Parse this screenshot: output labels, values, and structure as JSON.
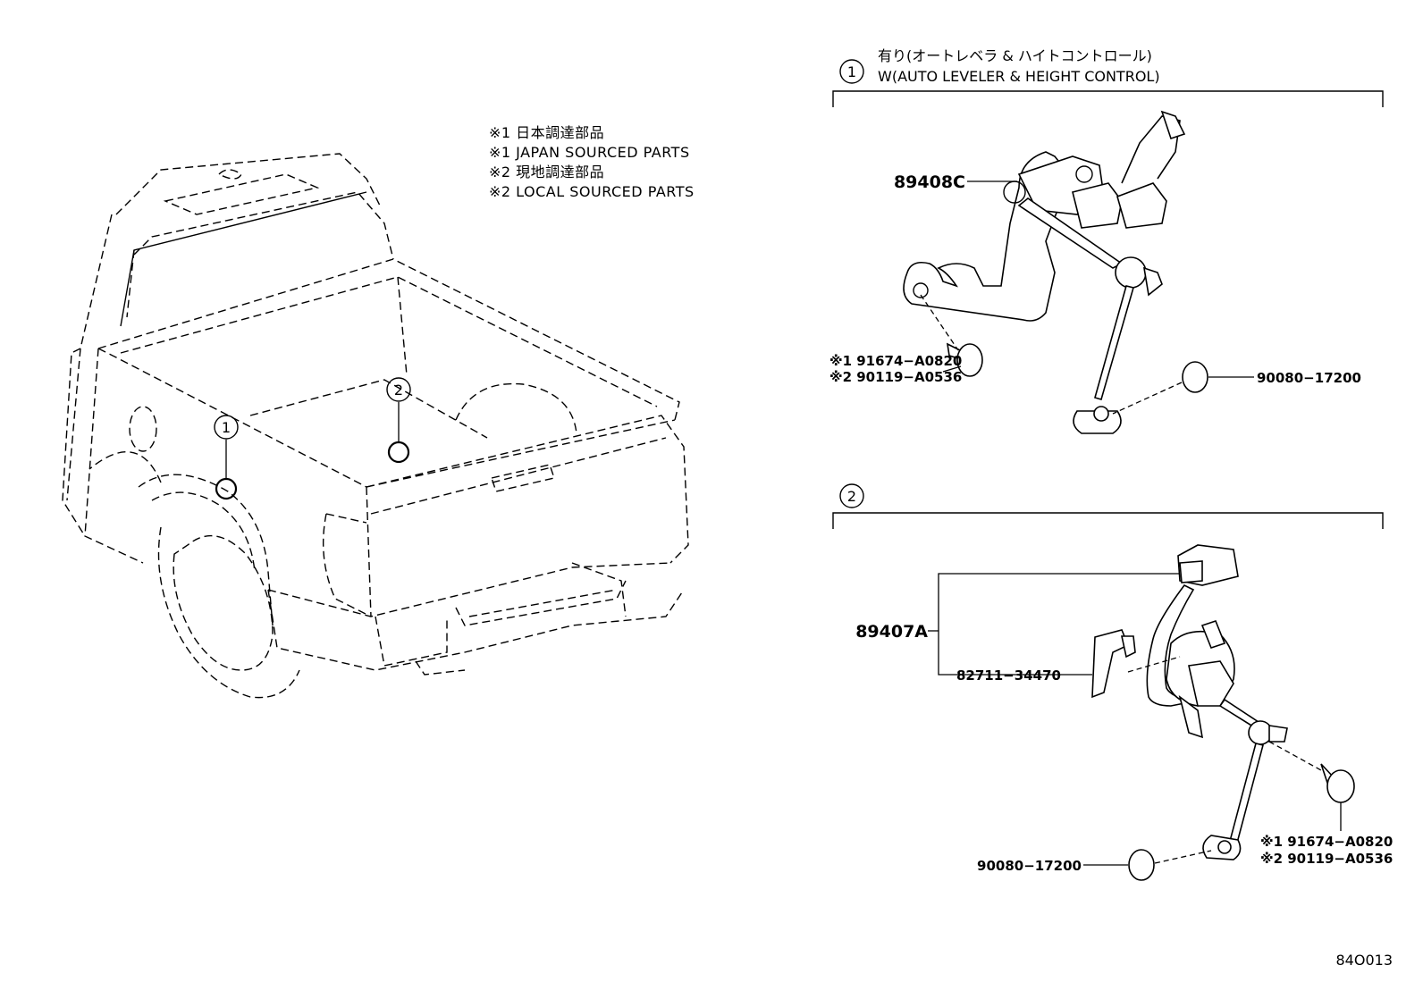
{
  "notes": [
    "※1 日本調達部品",
    "※1 JAPAN SOURCED PARTS",
    "※2 現地調達部品",
    "※2 LOCAL SOURCED PARTS"
  ],
  "callouts": {
    "c1": "1",
    "c2": "2"
  },
  "section1": {
    "marker": "1",
    "title_jp": "有り(オートレベラ & ハイトコントロール)",
    "title_en": "W(AUTO LEVELER & HEIGHT CONTROL)",
    "parts": {
      "sensor": "89408C",
      "bolt_1": "※1 91674−A0820",
      "bolt_2": "※2 90119−A0536",
      "nut": "90080−17200"
    }
  },
  "section2": {
    "marker": "2",
    "parts": {
      "sensor": "89407A",
      "bracket": "82711−34470",
      "nut": "90080−17200",
      "bolt_1": "※1 91674−A0820",
      "bolt_2": "※2 90119−A0536"
    }
  },
  "diagram_code": "84O013"
}
